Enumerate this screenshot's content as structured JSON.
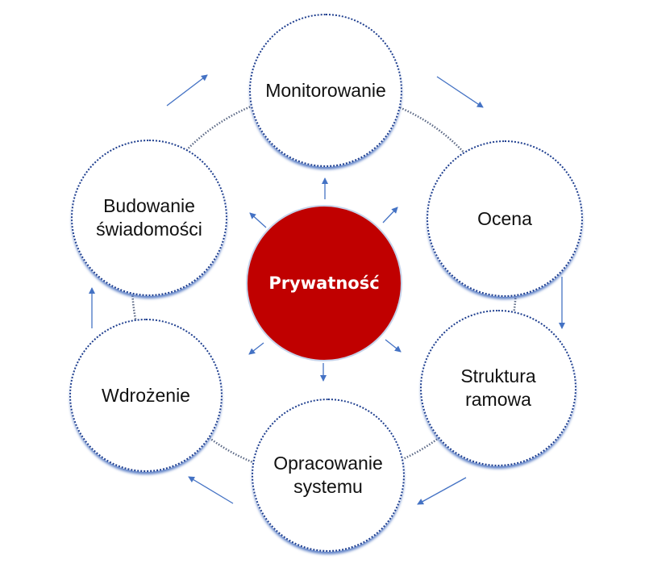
{
  "diagram": {
    "center": {
      "label": "Prywatność",
      "color": "#c00000"
    },
    "nodes": [
      {
        "id": "monitorowanie",
        "label": "Monitorowanie"
      },
      {
        "id": "ocena",
        "label": "Ocena"
      },
      {
        "id": "struktura-ramowa",
        "label": "Struktura\nramowa"
      },
      {
        "id": "opracowanie-systemu",
        "label": "Opracowanie\nsystemu"
      },
      {
        "id": "wdrozenie",
        "label": "Wdrożenie"
      },
      {
        "id": "budowanie-swiadomosci",
        "label": "Budowanie\nświadomości"
      }
    ],
    "colors": {
      "ring": "#1f3f8f",
      "arrow": "#4472c4",
      "shadow": "#466ebe"
    }
  }
}
